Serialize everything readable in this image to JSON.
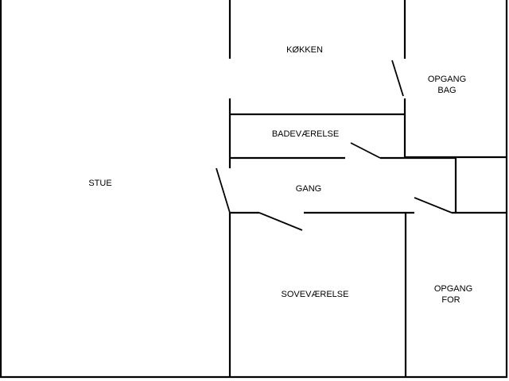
{
  "rooms": {
    "stue": "STUE",
    "koekken": "KØKKEN",
    "opgang_bag_line1": "OPGANG",
    "opgang_bag_line2": "BAG",
    "badevaerelse": "BADEVÆRELSE",
    "gang": "GANG",
    "sovevaerelse": "SOVEVÆRELSE",
    "opgang_for_line1": "OPGANG",
    "opgang_for_line2": "FOR"
  },
  "colors": {
    "walls": "#000000",
    "background": "#ffffff"
  }
}
